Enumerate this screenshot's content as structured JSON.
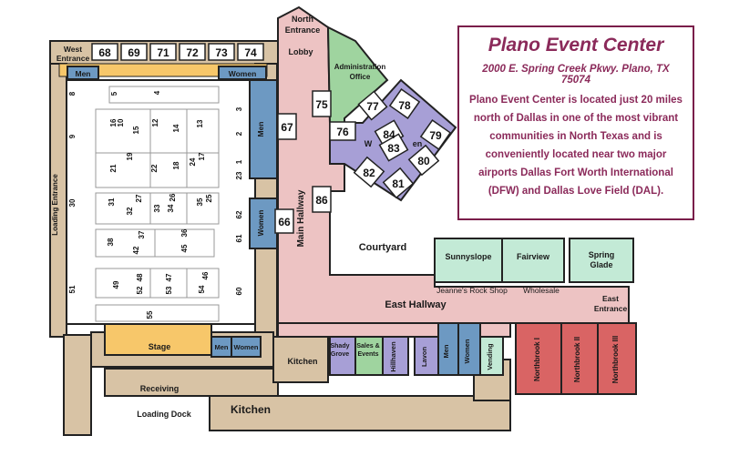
{
  "info": {
    "title": "Plano Event Center",
    "address": "2000 E. Spring Creek Pkwy. Plano, TX 75074",
    "description": "Plano Event Center is located just 20 miles north of Dallas in one of the most vibrant communities in North Texas and is conveniently located near two major airports Dallas Fort Worth International (DFW) and Dallas Love Field (DAL)."
  },
  "colors": {
    "tan": "#d8c3a5",
    "pink": "#edc3c3",
    "green": "#9fd49f",
    "blue": "#6d99c2",
    "lavender": "#a79fd6",
    "mint": "#c3ead6",
    "red": "#d96464",
    "stage": "#f7c76a",
    "wall": "#222222"
  },
  "labels": {
    "north_entrance_1": "North",
    "north_entrance_2": "Entrance",
    "lobby": "Lobby",
    "west_entrance_1": "West",
    "west_entrance_2": "Entrance",
    "admin_1": "Administration",
    "admin_2": "Office",
    "men": "Men",
    "women": "Women",
    "wrench_1": "W",
    "wrench_2": "en",
    "main_hallway": "Main Hallway",
    "courtyard": "Courtyard",
    "east_hallway": "East Hallway",
    "east_entrance_1": "East",
    "east_entrance_2": "Entrance",
    "sunnyslope": "Sunnyslope",
    "fairview": "Fairview",
    "spring_glade_1": "Spring",
    "spring_glade_2": "Glade",
    "jeannes": "Jeanne's Rock Shop",
    "wholesale": "Wholesale",
    "loading_entrance": "Loading Entrance",
    "stage": "Stage",
    "kitchen_small": "Kitchen",
    "kitchen": "Kitchen",
    "receiving": "Receiving",
    "loading_dock": "Loading Dock",
    "shady_grove_1": "Shady",
    "shady_grove_2": "Grove",
    "sales_events_1": "Sales &",
    "sales_events_2": "Events",
    "hillhaven": "Hillhaven",
    "lavon": "Lavon",
    "vending": "Vending",
    "northbrook_1": "Northbrook I",
    "northbrook_2": "Northbrook II",
    "northbrook_3": "Northbrook III"
  },
  "booths": {
    "top_row": [
      "68",
      "69",
      "71",
      "72",
      "73",
      "74"
    ],
    "b8": "8",
    "b5": "5",
    "b4": "4",
    "b3": "3",
    "b2": "2",
    "b1": "1",
    "b9": "9",
    "b16": "16",
    "b10": "10",
    "b15": "15",
    "b12": "12",
    "b14": "14",
    "b13": "13",
    "b21": "21",
    "b19": "19",
    "b22": "22",
    "b18": "18",
    "b24": "24",
    "b17": "17",
    "b23": "23",
    "b30": "30",
    "b31": "31",
    "b32": "32",
    "b27": "27",
    "b33": "33",
    "b34": "34",
    "b26": "26",
    "b35": "35",
    "b25": "25",
    "b38": "38",
    "b42": "42",
    "b37": "37",
    "b45": "45",
    "b36": "36",
    "b51": "51",
    "b49": "49",
    "b52": "52",
    "b48": "48",
    "b53": "53",
    "b47": "47",
    "b54": "54",
    "b46": "46",
    "b55": "55",
    "b62": "62",
    "b61": "61",
    "b60": "60",
    "b67": "67",
    "b75": "75",
    "b76": "76",
    "b66": "66",
    "b86": "86",
    "b77": "77",
    "b78": "78",
    "b84": "84",
    "b83": "83",
    "b79": "79",
    "b80": "80",
    "b82": "82",
    "b81": "81"
  }
}
